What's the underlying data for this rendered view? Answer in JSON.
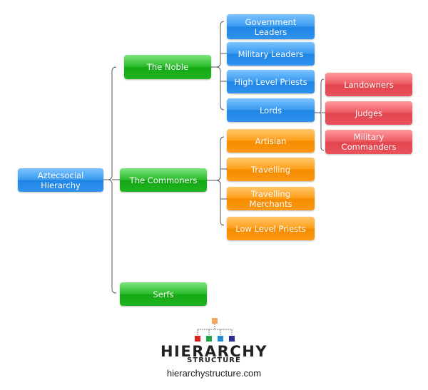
{
  "root": {
    "label": "Aztecsocial Hierarchy"
  },
  "level1": [
    {
      "label": "The Noble"
    },
    {
      "label": "The Commoners"
    },
    {
      "label": "Serfs"
    }
  ],
  "noble_children": [
    {
      "label": "Government Leaders"
    },
    {
      "label": "Military Leaders"
    },
    {
      "label": "High Level Priests"
    },
    {
      "label": "Lords"
    }
  ],
  "lords_children": [
    {
      "label": "Landowners"
    },
    {
      "label": "Judges"
    },
    {
      "label": "Military Commanders"
    }
  ],
  "commoners_children": [
    {
      "label": "Artisian"
    },
    {
      "label": "Travelling"
    },
    {
      "label": "Travelling Merchants"
    },
    {
      "label": "Low Level Priests"
    }
  ],
  "footer": {
    "brand_word": "HIERARCHY",
    "brand_sub": "STRUCTURE",
    "url": "hierarchystructure.com"
  },
  "colors": {
    "root": "#2f92ee",
    "level1": "#20b420",
    "noble_children": "#2f92ee",
    "lords_children": "#ea525b",
    "commoners_children": "#fb9810",
    "connector": "#555555"
  }
}
